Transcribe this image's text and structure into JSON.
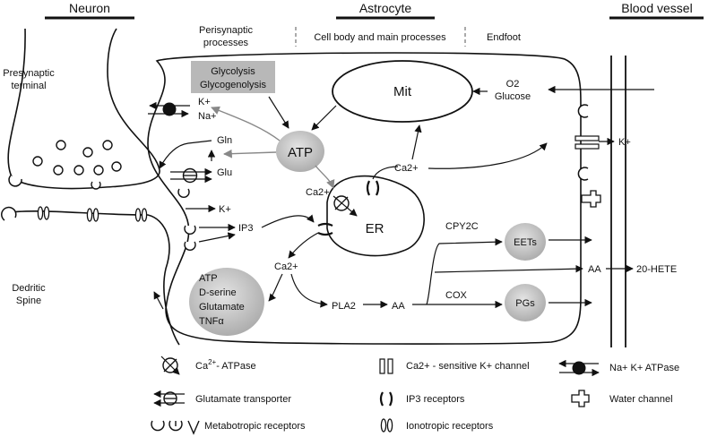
{
  "headers": {
    "neuron": "Neuron",
    "astrocyte": "Astrocyte",
    "blood_vessel": "Blood vessel",
    "perisynaptic": [
      "Perisynaptic",
      "processes"
    ],
    "cell_body": "Cell body and main processes",
    "endfoot": "Endfoot"
  },
  "neuron": {
    "presynaptic": [
      "Presynaptic",
      "terminal"
    ],
    "spine": [
      "Dedritic",
      "Spine"
    ]
  },
  "labels": {
    "glycolysis": [
      "Glycolysis",
      "Glycogenolysis"
    ],
    "mit": "Mit",
    "atp": "ATP",
    "er": "ER",
    "k_plus_1": "K+",
    "na_plus": "Na+",
    "gln": "Gln",
    "glu": "Glu",
    "k_plus_2": "K+",
    "ip3": "IP3",
    "ca_er": "Ca2+",
    "ca_out": "Ca2+",
    "ca_mid": "Ca2+",
    "pla2": "PLA2",
    "aa_mid": "AA",
    "cpy2c": "CPY2C",
    "cox": "COX",
    "eets": "EETs",
    "pgs": "PGs",
    "aa_right": "AA",
    "hete": "20-HETE",
    "o2": "O2",
    "glucose": "Glucose",
    "k_plus_end": "K+",
    "release": [
      "ATP",
      "D-serine",
      "Glutamate",
      "TNFα"
    ]
  },
  "legend": {
    "ca_atpase_main": "Ca",
    "ca_atpase_sup": "2+",
    "ca_atpase_tail": "- ATPase",
    "glut_transporter": "Glutamate transporter",
    "metabotropic": "Metabotropic receptors",
    "ca_k_channel": "Ca2+ - sensitive K+ channel",
    "ip3_receptors": "IP3 receptors",
    "ionotropic": "Ionotropic receptors",
    "na_k_atpase": "Na+ K+ ATPase",
    "water_channel": "Water channel"
  }
}
